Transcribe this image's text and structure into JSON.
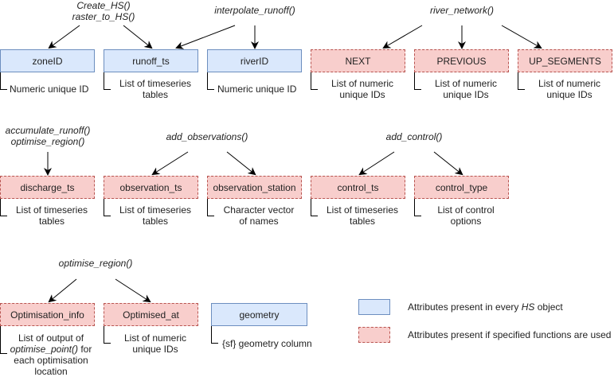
{
  "functions": {
    "create_hs": [
      "Create_HS()",
      "raster_to_HS()"
    ],
    "interpolate_runoff": "interpolate_runoff()",
    "river_network": "river_network()",
    "accumulate_runoff": [
      "accumulate_runoff()",
      "optimise_region()"
    ],
    "add_observations": "add_observations()",
    "add_control": "add_control()",
    "optimise_region": "optimise_region()"
  },
  "attributes": [
    {
      "name": "zoneID",
      "type": "always",
      "desc": [
        "Numeric  unique ID"
      ]
    },
    {
      "name": "runoff_ts",
      "type": "always",
      "desc": [
        "List of timeseries",
        "tables"
      ]
    },
    {
      "name": "riverID",
      "type": "always",
      "desc": [
        "Numeric  unique ID"
      ]
    },
    {
      "name": "NEXT",
      "type": "conditional",
      "desc": [
        "List of numeric",
        "unique IDs"
      ]
    },
    {
      "name": "PREVIOUS",
      "type": "conditional",
      "desc": [
        "List of numeric",
        "unique IDs"
      ]
    },
    {
      "name": "UP_SEGMENTS",
      "type": "conditional",
      "desc": [
        "List of numeric",
        "unique IDs"
      ]
    },
    {
      "name": "discharge_ts",
      "type": "conditional",
      "desc": [
        "List of timeseries",
        "tables"
      ]
    },
    {
      "name": "observation_ts",
      "type": "conditional",
      "desc": [
        "List of timeseries",
        "tables"
      ]
    },
    {
      "name": "observation_station",
      "type": "conditional",
      "desc": [
        "Character vector",
        "of names"
      ]
    },
    {
      "name": "control_ts",
      "type": "conditional",
      "desc": [
        "List of timeseries",
        "tables"
      ]
    },
    {
      "name": "control_type",
      "type": "conditional",
      "desc": [
        "List of control",
        "options"
      ]
    },
    {
      "name": "Optimisation_info",
      "type": "conditional",
      "desc": [
        "List of output of",
        "optimise_point()",
        " for",
        "each optimisation",
        "location"
      ]
    },
    {
      "name": "Optimised_at",
      "type": "conditional",
      "desc": [
        "List of numeric",
        "unique IDs"
      ]
    },
    {
      "name": "geometry",
      "type": "always",
      "desc": [
        "{sf} geometry column"
      ]
    }
  ],
  "legend": {
    "always_prefix": "Attributes present in every ",
    "always_em": "HS",
    "always_suffix": " object",
    "conditional": "Attributes present if specified functions are used"
  },
  "colors": {
    "always_fill": "#dae8fc",
    "always_stroke": "#6c8ebf",
    "conditional_fill": "#f8cecc",
    "conditional_stroke": "#b85450"
  }
}
